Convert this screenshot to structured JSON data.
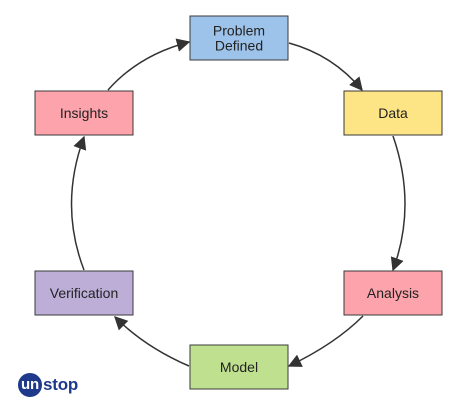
{
  "diagram": {
    "nodes": [
      {
        "id": "problem-defined",
        "lines": [
          "Problem",
          "Defined"
        ],
        "color": "#9dc3ea"
      },
      {
        "id": "data",
        "lines": [
          "Data"
        ],
        "color": "#fde484"
      },
      {
        "id": "analysis",
        "lines": [
          "Analysis"
        ],
        "color": "#fca3ab"
      },
      {
        "id": "model",
        "lines": [
          "Model"
        ],
        "color": "#bfe18f"
      },
      {
        "id": "verification",
        "lines": [
          "Verification"
        ],
        "color": "#bdaed8"
      },
      {
        "id": "insights",
        "lines": [
          "Insights"
        ],
        "color": "#fca3ab"
      }
    ],
    "edges": [
      {
        "from": "problem-defined",
        "to": "data"
      },
      {
        "from": "data",
        "to": "analysis"
      },
      {
        "from": "analysis",
        "to": "model"
      },
      {
        "from": "model",
        "to": "verification"
      },
      {
        "from": "verification",
        "to": "insights"
      },
      {
        "from": "insights",
        "to": "problem-defined"
      }
    ],
    "border_color": "#3a3a3a",
    "arrow_color": "#333333"
  },
  "logo": {
    "badge_text": "un",
    "rest_text": "stop",
    "color": "#1f3a8a"
  }
}
